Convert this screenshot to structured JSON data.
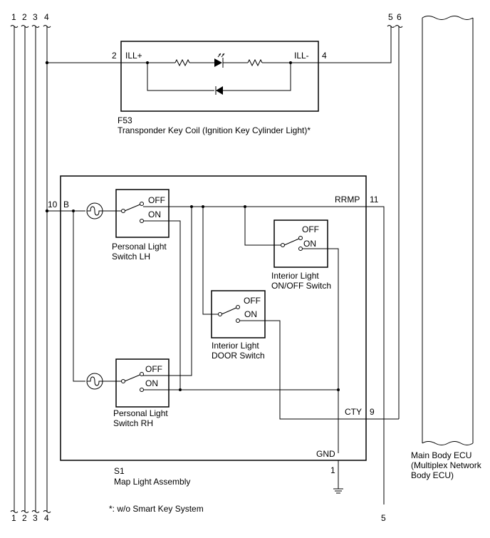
{
  "wire_numbers": {
    "top": [
      "1",
      "2",
      "3",
      "4"
    ],
    "bottom": [
      "1",
      "2",
      "3",
      "4"
    ],
    "top_right": [
      "5",
      "6"
    ],
    "bottom_right": "5"
  },
  "f53": {
    "pin_left": "2",
    "pin_left_label": "ILL+",
    "pin_right_label": "ILL-",
    "pin_right": "4",
    "code": "F53",
    "name": "Transponder Key Coil (Ignition Key Cylinder Light)*"
  },
  "s1": {
    "pin_b_number": "10",
    "pin_b_label": "B",
    "rrmp_label": "RRMP",
    "rrmp_pin": "11",
    "cty_label": "CTY",
    "cty_pin": "9",
    "gnd_label": "GND",
    "gnd_pin": "1",
    "code": "S1",
    "name": "Map Light Assembly"
  },
  "switches": {
    "lh": {
      "off": "OFF",
      "on": "ON",
      "name_line1": "Personal Light",
      "name_line2": "Switch LH"
    },
    "rh": {
      "off": "OFF",
      "on": "ON",
      "name_line1": "Personal Light",
      "name_line2": "Switch RH"
    },
    "onoff": {
      "off": "OFF",
      "on": "ON",
      "name_line1": "Interior Light",
      "name_line2": "ON/OFF Switch"
    },
    "door": {
      "off": "OFF",
      "on": "ON",
      "name_line1": "Interior Light",
      "name_line2": "DOOR Switch"
    }
  },
  "ecu": {
    "line1": "Main Body ECU",
    "line2": "(Multiplex Network",
    "line3": "Body ECU)"
  },
  "footnote": "*: w/o Smart Key System"
}
